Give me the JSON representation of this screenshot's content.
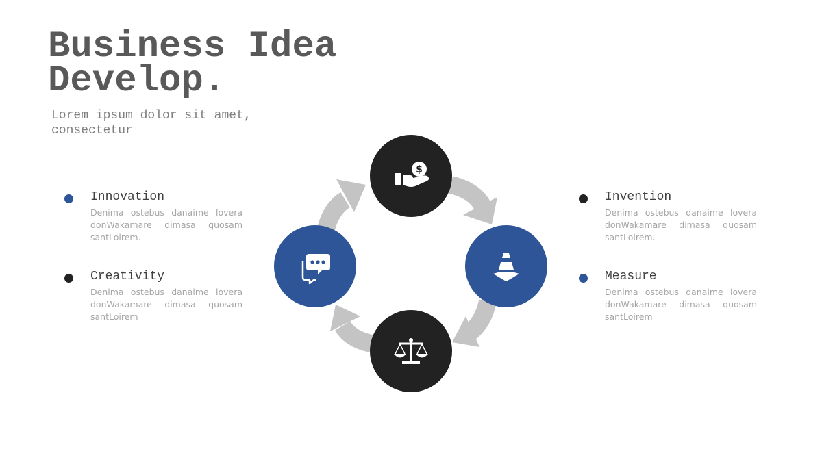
{
  "title": "Business Idea Develop.",
  "subtitle": "Lorem ipsum dolor sit amet, consectetur",
  "colors": {
    "blue": "#2e5597",
    "dark": "#222222",
    "arrow": "#c4c4c4",
    "title": "#595959"
  },
  "items": [
    {
      "heading": "Innovation",
      "text": "Denima ostebus danaime lovera donWakamare dimasa quosam santLoirem.",
      "dot": "blue"
    },
    {
      "heading": "Creativity",
      "text": "Denima ostebus danaime lovera donWakamare dimasa quosam santLoirem",
      "dot": "dark"
    },
    {
      "heading": "Invention",
      "text": "Denima ostebus danaime lovera donWakamare dimasa quosam santLoirem.",
      "dot": "dark"
    },
    {
      "heading": "Measure",
      "text": "Denima ostebus danaime lovera donWakamare dimasa quosam santLoirem",
      "dot": "blue"
    }
  ],
  "cycle": {
    "nodes": [
      {
        "position": "top",
        "icon": "money-hand-icon",
        "color": "dark"
      },
      {
        "position": "right",
        "icon": "traffic-cone-icon",
        "color": "blue"
      },
      {
        "position": "bottom",
        "icon": "balance-scale-icon",
        "color": "dark"
      },
      {
        "position": "left",
        "icon": "chat-bubbles-icon",
        "color": "blue"
      }
    ],
    "direction": "clockwise"
  }
}
